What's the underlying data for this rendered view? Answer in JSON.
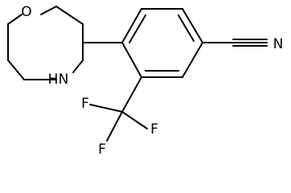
{
  "molecule": {
    "atoms": {
      "morpholine_oxygen": "O",
      "morpholine_nitrogen": "N",
      "morpholine_hydrogen": "H",
      "nitrile_nitrogen": "N",
      "fluorine_1": "F",
      "fluorine_2": "F",
      "fluorine_3": "F"
    },
    "colors": {
      "bond": "#000000",
      "atom_label": "#000000",
      "background": "#ffffff"
    }
  }
}
